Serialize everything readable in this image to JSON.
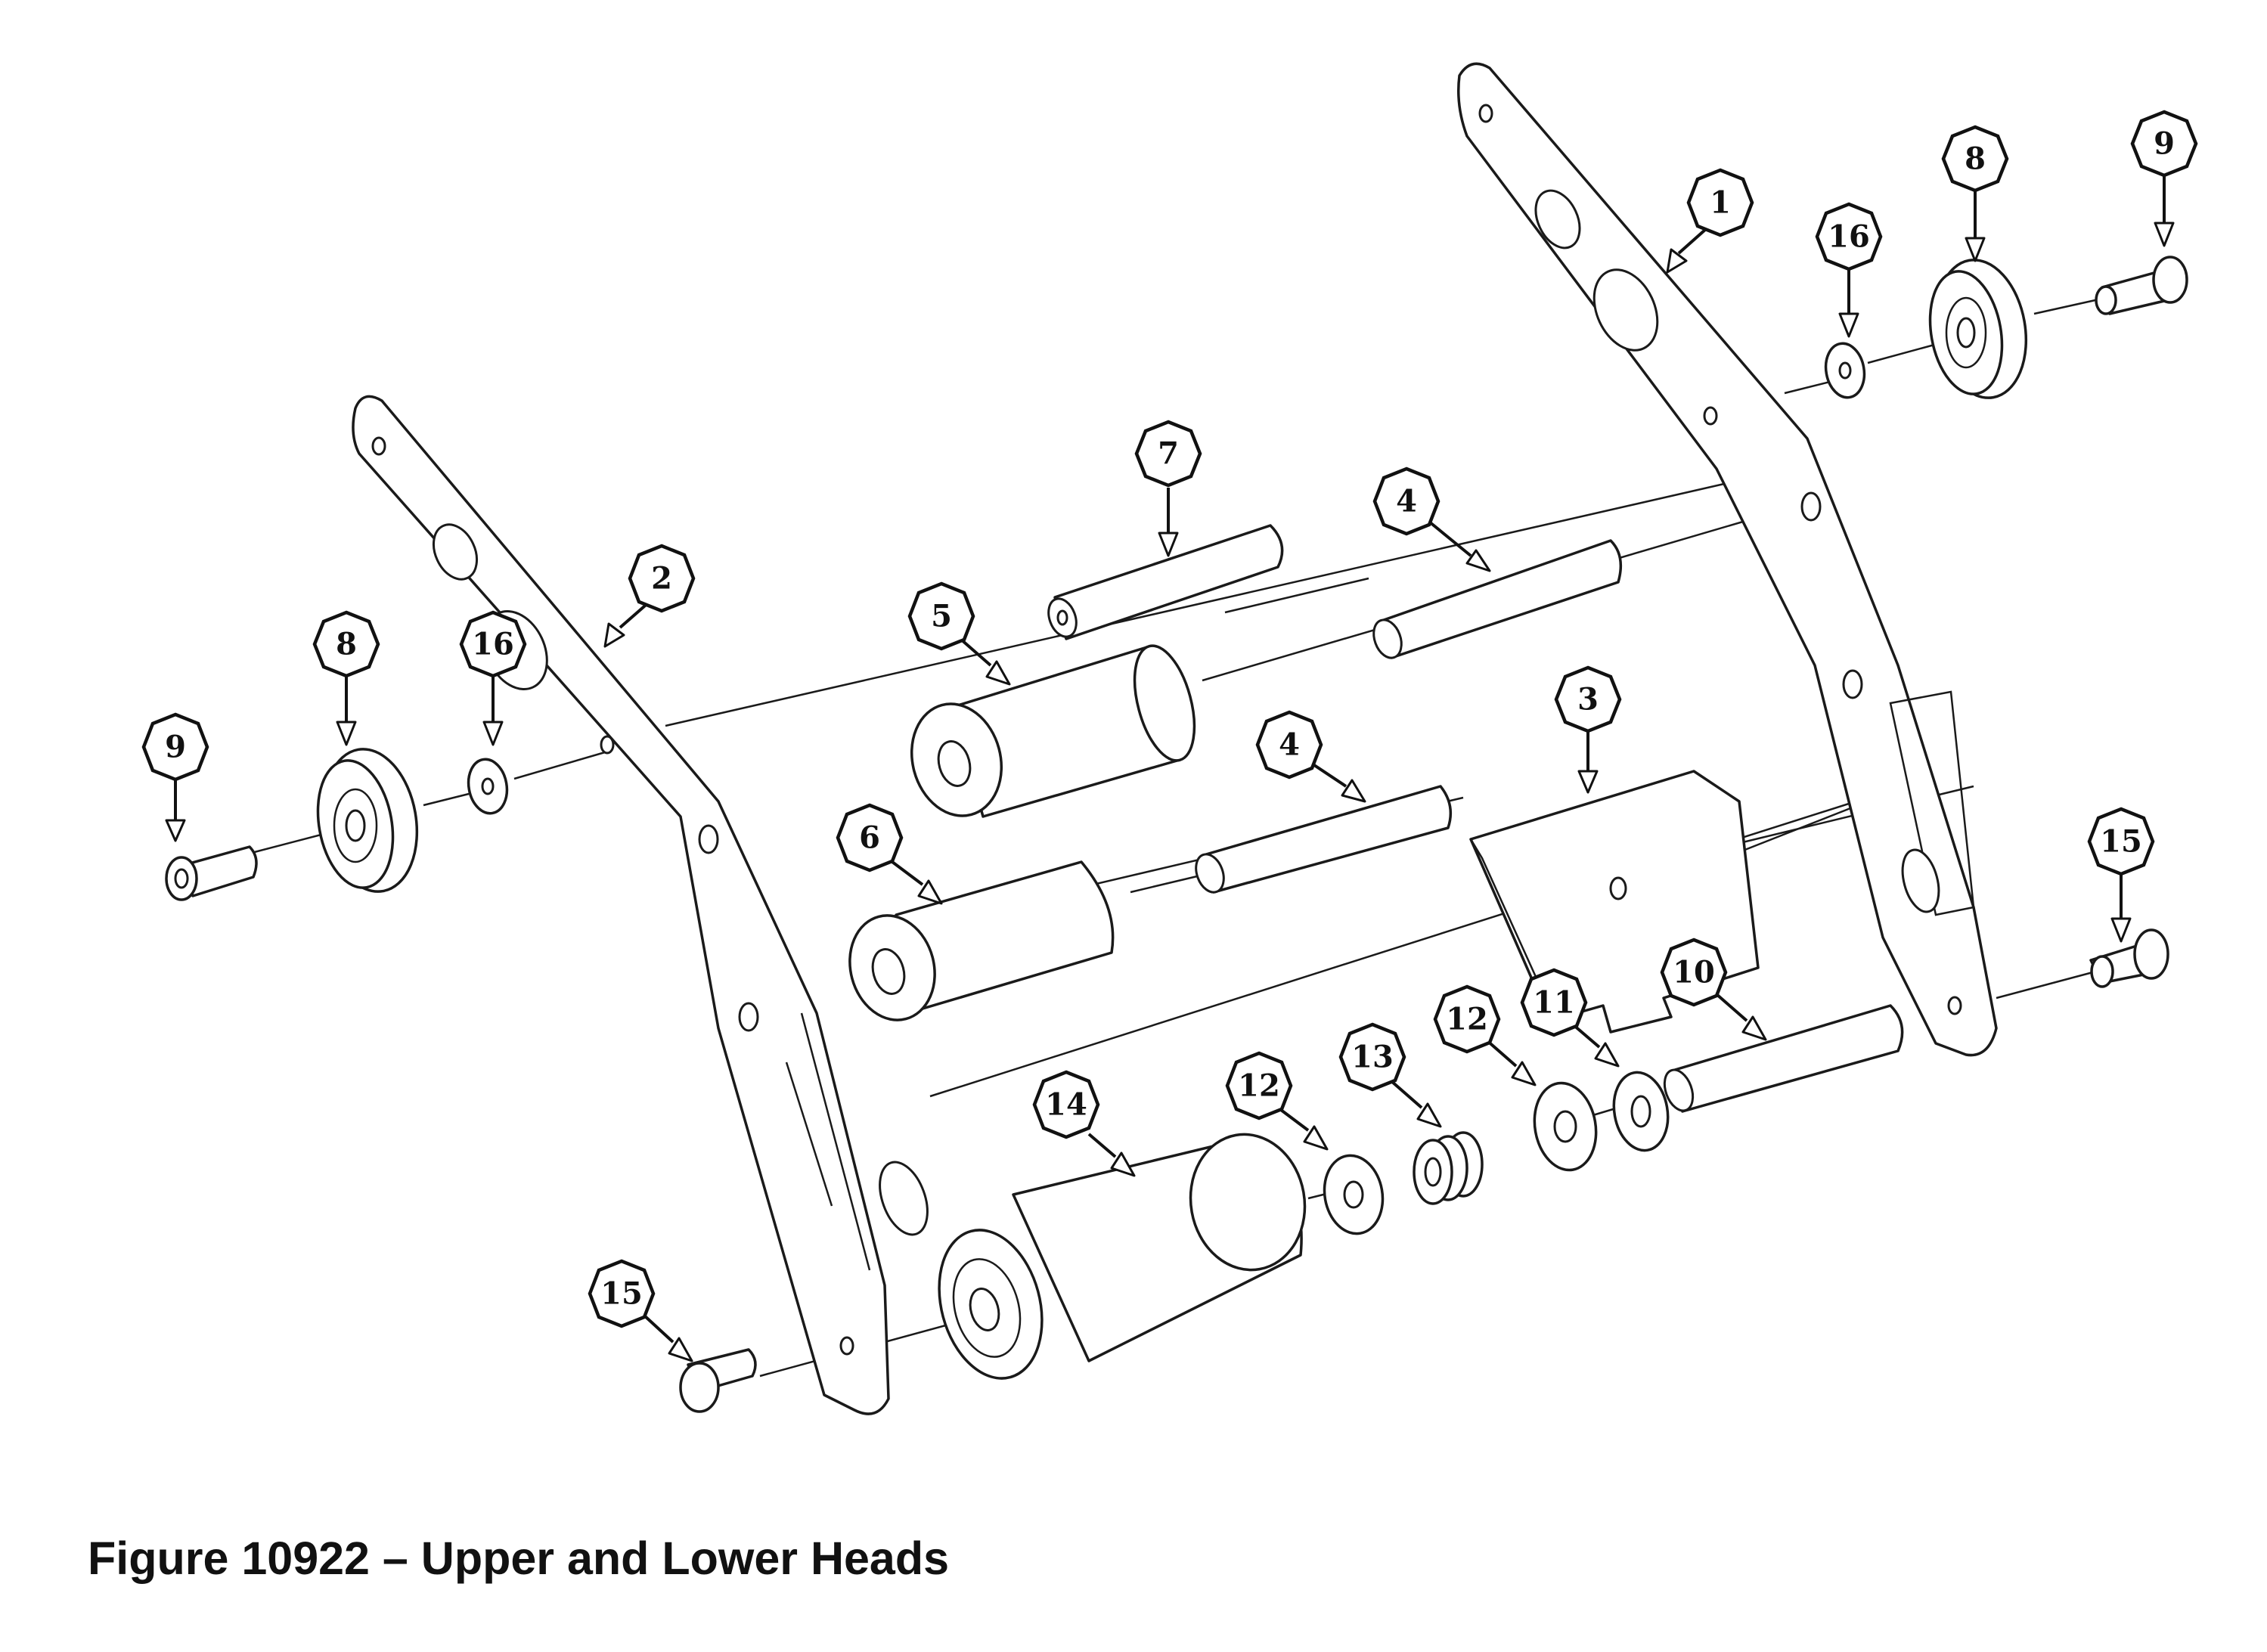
{
  "figure": {
    "caption": "Figure 10922 – Upper and Lower Heads"
  },
  "callouts": [
    {
      "id": "c1",
      "label": "1"
    },
    {
      "id": "c2",
      "label": "2"
    },
    {
      "id": "c3",
      "label": "3"
    },
    {
      "id": "c4a",
      "label": "4"
    },
    {
      "id": "c4b",
      "label": "4"
    },
    {
      "id": "c5",
      "label": "5"
    },
    {
      "id": "c6",
      "label": "6"
    },
    {
      "id": "c7",
      "label": "7"
    },
    {
      "id": "c8a",
      "label": "8"
    },
    {
      "id": "c8b",
      "label": "8"
    },
    {
      "id": "c9a",
      "label": "9"
    },
    {
      "id": "c9b",
      "label": "9"
    },
    {
      "id": "c10",
      "label": "10"
    },
    {
      "id": "c11",
      "label": "11"
    },
    {
      "id": "c12a",
      "label": "12"
    },
    {
      "id": "c12b",
      "label": "12"
    },
    {
      "id": "c13",
      "label": "13"
    },
    {
      "id": "c14",
      "label": "14"
    },
    {
      "id": "c15a",
      "label": "15"
    },
    {
      "id": "c15b",
      "label": "15"
    },
    {
      "id": "c16a",
      "label": "16"
    },
    {
      "id": "c16b",
      "label": "16"
    }
  ]
}
